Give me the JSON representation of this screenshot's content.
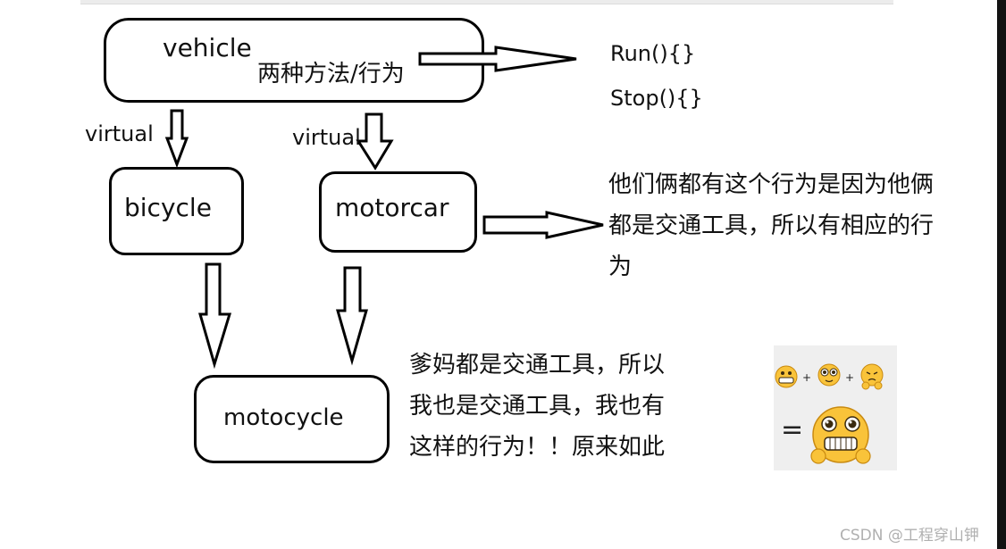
{
  "boxes": {
    "vehicle": "vehicle",
    "bicycle": "bicycle",
    "motorcar": "motorcar",
    "motocycle": "motocycle"
  },
  "vehicle_note": "两种方法/行为",
  "edge_labels": {
    "left": "virtual",
    "right": "virtual"
  },
  "methods": [
    "Run(){}",
    "Stop(){}"
  ],
  "note_motorcar": [
    "他们俩都有这个行为是因为他俩",
    "都是交通工具，所以有相应的行",
    "为"
  ],
  "note_motocycle": [
    "爹妈都是交通工具，所以",
    "我也是交通工具，我也有",
    "这样的行为！！原来如此"
  ],
  "emoji": {
    "plus": "+",
    "equals": "="
  },
  "watermark": "CSDN @工程穿山钾",
  "colors": {
    "stroke": "#000000",
    "emoji_face": "#f9c33a",
    "emoji_bg": "#efefef"
  }
}
